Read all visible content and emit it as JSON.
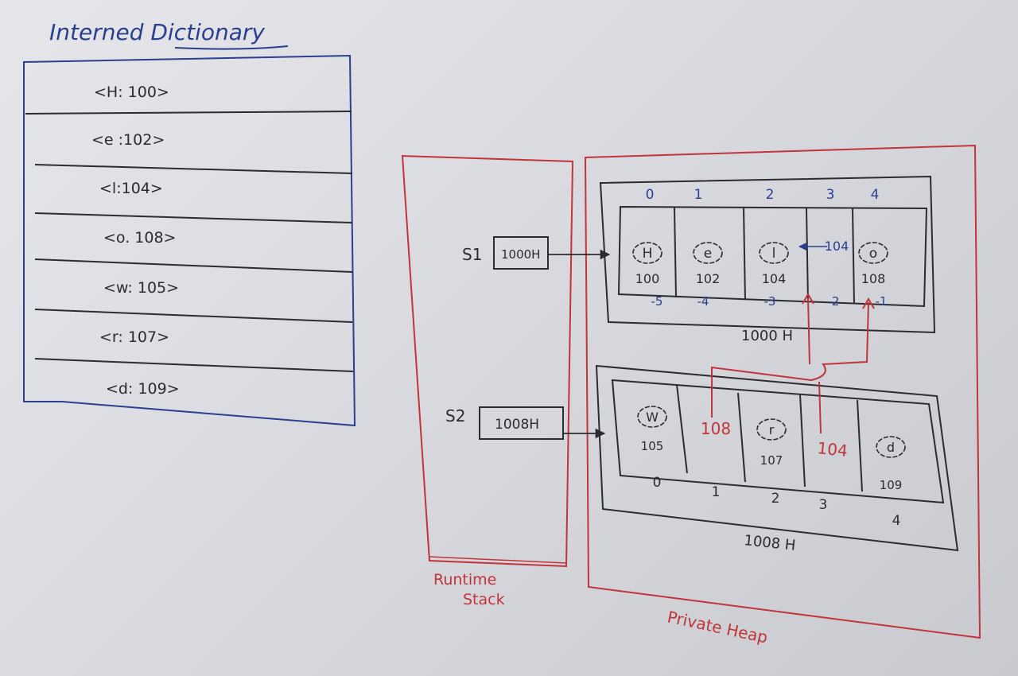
{
  "title": "Interned Dictionary",
  "dictionary": {
    "entries": [
      "<H: 100>",
      "<e :102>",
      "<l:104>",
      "<o. 108>",
      "<w: 105>",
      "<r: 107>",
      "<d: 109>"
    ]
  },
  "runtime_stack": {
    "label_line1": "Runtime",
    "label_line2": "Stack",
    "s1": {
      "name": "S1",
      "value": "1000H"
    },
    "s2": {
      "name": "S2",
      "value": "1008H"
    }
  },
  "private_heap": {
    "label": "Private Heap",
    "object1": {
      "address": "1000 H",
      "indices": [
        "0",
        "1",
        "2",
        "3",
        "4"
      ],
      "cell_chars": [
        "H",
        "e",
        "l",
        "",
        "o"
      ],
      "cell_values": [
        "100",
        "102",
        "104",
        "104",
        "108"
      ],
      "negative_indices": [
        "-5",
        "-4",
        "-3",
        "-2",
        "-1"
      ]
    },
    "object2": {
      "address": "1008 H",
      "indices": [
        "0",
        "1",
        "2",
        "3",
        "4"
      ],
      "cell_chars": [
        "W",
        "",
        "r",
        "",
        "d"
      ],
      "cell_values": [
        "105",
        "108",
        "107",
        "104",
        "109"
      ]
    }
  },
  "colors": {
    "ink_black": "#2b2b30",
    "ink_blue": "#2a3f8e",
    "ink_red": "#c0353a"
  }
}
